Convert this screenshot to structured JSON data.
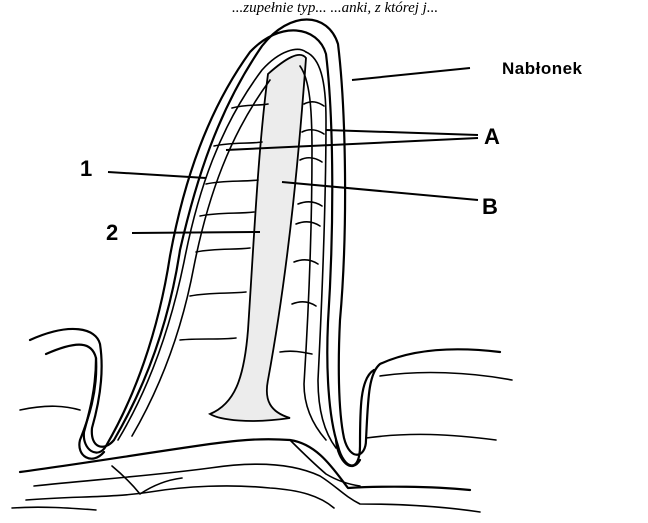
{
  "caption_fragment": "...zupełnie typ... ...anki, z której j...",
  "labels": {
    "epithelium": "Nabłonek",
    "a": "A",
    "b": "B",
    "one": "1",
    "two": "2"
  }
}
